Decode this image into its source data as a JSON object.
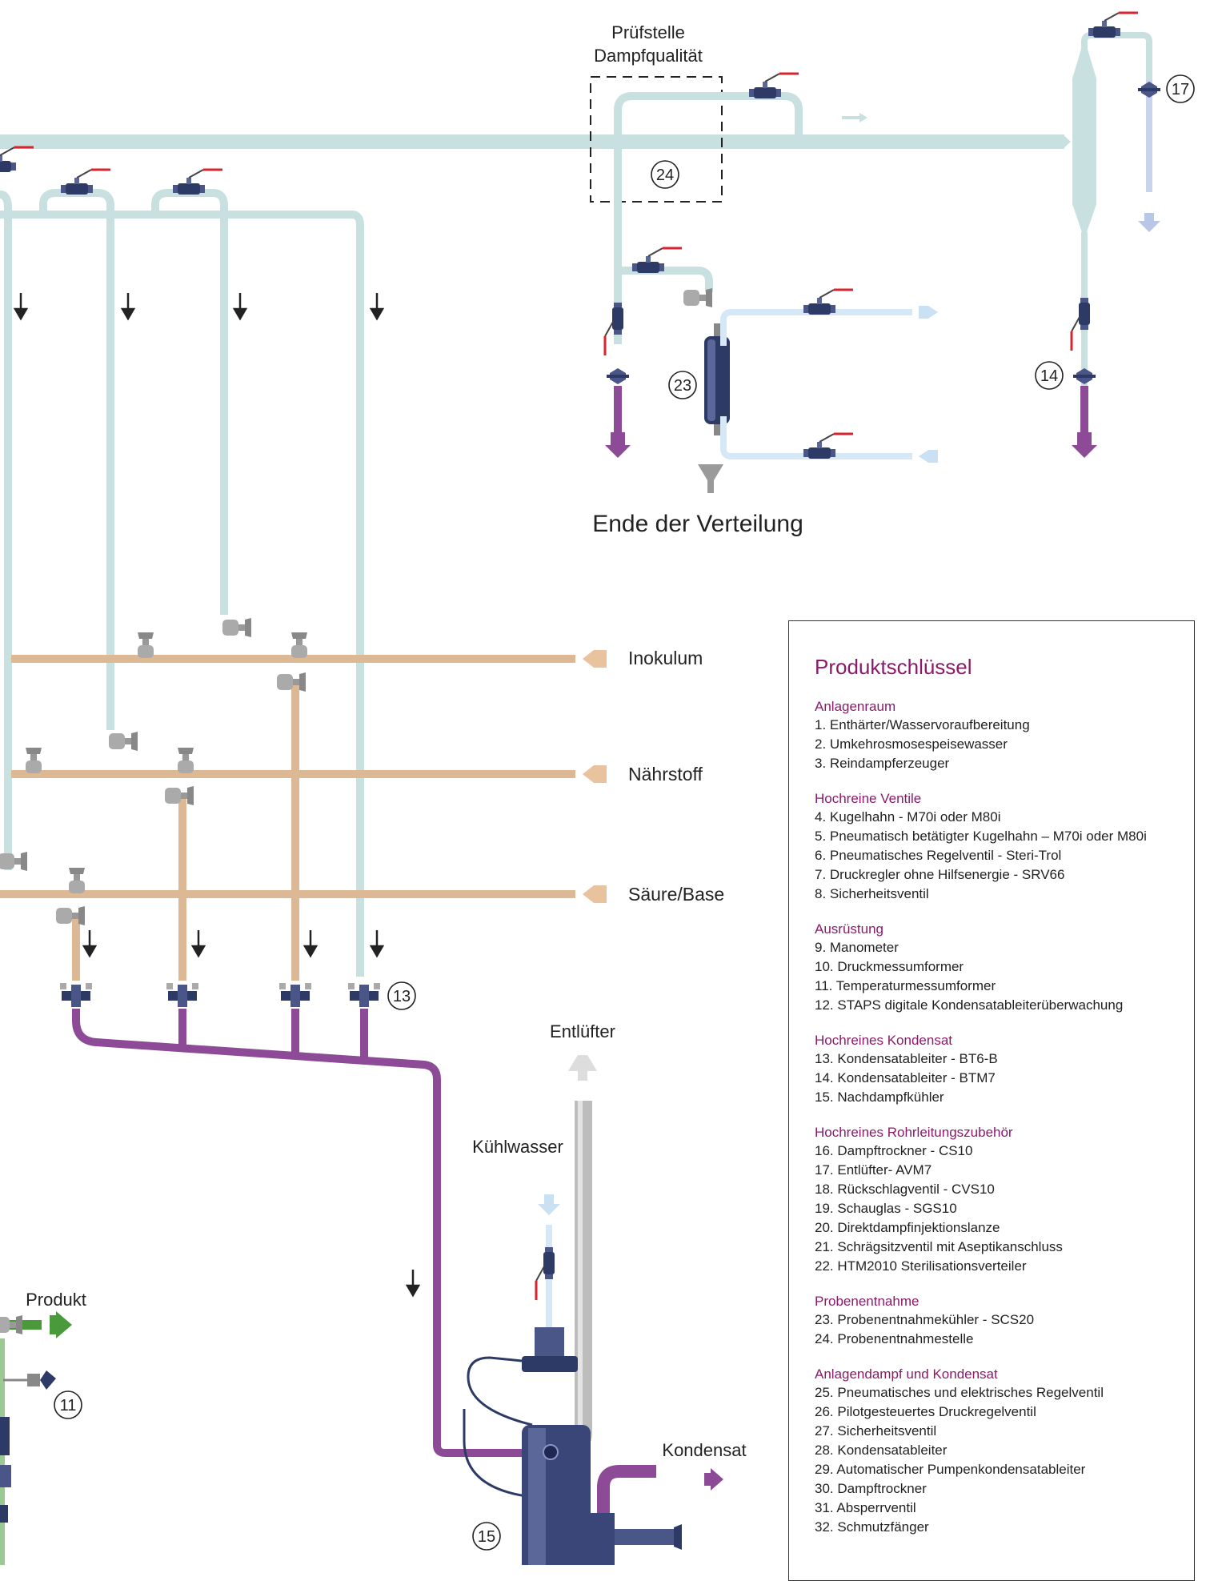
{
  "labels": {
    "test_point": [
      "Prüfstelle",
      "Dampfqualität"
    ],
    "end_of_distribution": "Ende der Verteilung",
    "inoculum": "Inokulum",
    "nutrient": "Nährstoff",
    "acid_base": "Säure/Base",
    "vent": "Entlüfter",
    "cooling_water": "Kühlwasser",
    "product": "Produkt",
    "condensate": "Kondensat"
  },
  "callouts": [
    "24",
    "23",
    "17",
    "14",
    "13",
    "11",
    "15"
  ],
  "colors": {
    "clean_steam": "#c8e0e0",
    "process_line": "#dcb894",
    "condensate_line": "#8d4a96",
    "cooling_water": "#d6e8f6",
    "product_line": "#4a9a3c",
    "key_heading": "#8b1a6b",
    "valve_handle": "#d9232e",
    "valve_body": "#2e3a66"
  },
  "key": {
    "title": "Produktschlüssel",
    "sections": [
      {
        "heading": "Anlagenraum",
        "items": [
          "1. Enthärter/Wasservoraufbereitung",
          "2. Umkehrosmosespeisewasser",
          "3. Reindampferzeuger"
        ]
      },
      {
        "heading": "Hochreine Ventile",
        "items": [
          "4. Kugelhahn - M70i oder M80i",
          "5. Pneumatisch betätigter Kugelhahn – M70i oder M80i",
          "6. Pneumatisches Regelventil - Steri-Trol",
          "7. Druckregler ohne Hilfsenergie - SRV66",
          "8. Sicherheitsventil"
        ]
      },
      {
        "heading": "Ausrüstung",
        "items": [
          "9. Manometer",
          "10. Druckmessumformer",
          "11. Temperaturmessumformer",
          "12. STAPS digitale Kondensatableiterüberwachung"
        ]
      },
      {
        "heading": "Hochreines Kondensat",
        "items": [
          "13. Kondensatableiter - BT6-B",
          "14. Kondensatableiter - BTM7",
          "15. Nachdampfkühler"
        ]
      },
      {
        "heading": "Hochreines Rohrleitungszubehör",
        "items": [
          "16. Dampftrockner - CS10",
          "17. Entlüfter- AVM7",
          "18. Rückschlagventil - CVS10",
          "19. Schauglas - SGS10",
          "20. Direktdampfinjektionslanze",
          "21. Schrägsitzventil mit Aseptikanschluss",
          "22. HTM2010 Sterilisationsverteiler"
        ]
      },
      {
        "heading": "Probenentnahme",
        "items": [
          "23. Probenentnahmekühler - SCS20",
          "24. Probenentnahmestelle"
        ]
      },
      {
        "heading": "Anlagendampf und Kondensat",
        "items": [
          "25. Pneumatisches und elektrisches Regelventil",
          "26. Pilotgesteuertes Druckregelventil",
          "27. Sicherheitsventil",
          "28. Kondensatableiter",
          "29. Automatischer Pumpenkondensatableiter",
          "30. Dampftrockner",
          "31. Absperrventil",
          "32. Schmutzfänger"
        ]
      }
    ]
  }
}
